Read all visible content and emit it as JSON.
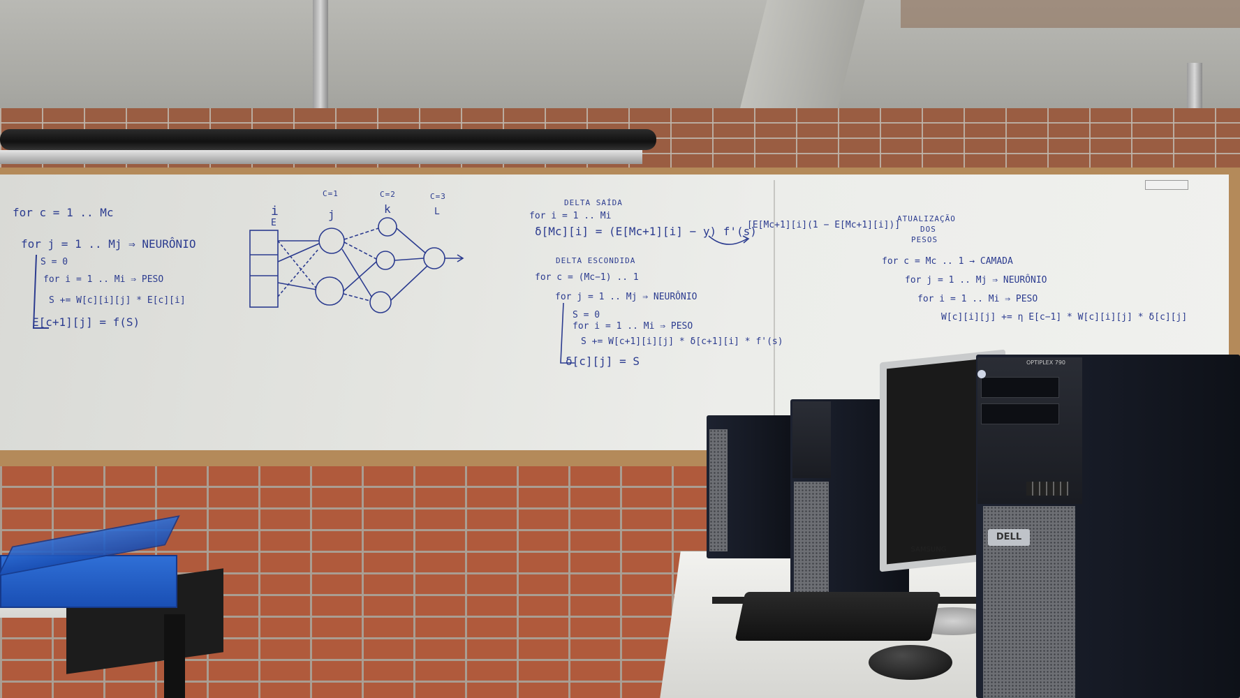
{
  "whiteboard": {
    "left": {
      "line1": "for  c = 1 .. Mc",
      "line2": "for  j = 1 .. Mj  ⇒ NEURÔNIO",
      "line3": "S = 0",
      "line4": "for  i = 1 .. Mi  ⇒ PESO",
      "line5": "S += W[c][i][j] * E[c][i]",
      "line6": "E[c+1][j] = f(S)"
    },
    "diagram": {
      "label_i": "i",
      "label_e": "E",
      "label_j": "j",
      "label_k": "k",
      "label_l": "L",
      "label_c1": "C=1",
      "label_c2": "C=2",
      "label_c3": "C=3"
    },
    "middle": {
      "title_saida": "DELTA SAÍDA",
      "saida_line1": "for  i = 1 .. Mi",
      "saida_line2": "δ[Mc][i] = (E[Mc+1][i] − y)  f'(s)",
      "fprime_expansion": "[E[Mc+1][i](1 − E[Mc+1][i])]",
      "title_escondida": "DELTA ESCONDIDA",
      "esc_line1": "for  c = (Mc−1) .. 1",
      "esc_line2": "for  j = 1 .. Mj  ⇒ NEURÔNIO",
      "esc_line3": "S = 0",
      "esc_line4": "for  i = 1 .. Mi  ⇒ PESO",
      "esc_line5": "S += W[c+1][i][j] * δ[c+1][i] * f'(s)",
      "esc_line6": "δ[c][j] = S"
    },
    "right": {
      "title1": "ATUALIZAÇÃO",
      "title2": "DOS",
      "title3": "PESOS",
      "line1": "for  c = Mc .. 1  → CAMADA",
      "line2": "for j = 1 .. Mj  ⇒ NEURÔNIO",
      "line3": "for  i = 1 .. Mi  ⇒ PESO",
      "line4": "W[c][i][j] += η E[c−1] * W[c][i][j] * δ[c][j]"
    }
  },
  "hardware": {
    "monitor_brand": "SAMSUNG",
    "tower_brand": "DELL",
    "tower_model": "OPTIPLEX 790"
  },
  "colors": {
    "marker": "#2b3b8f",
    "brick": "#b05a3c",
    "binder": "#2f6fd6"
  }
}
